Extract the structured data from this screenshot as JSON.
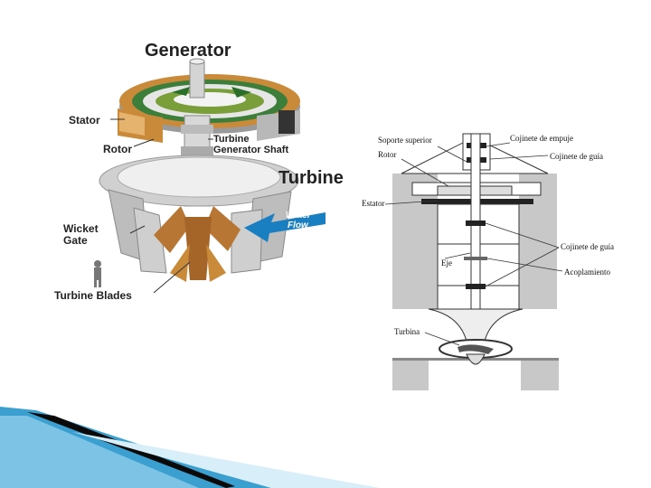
{
  "left_diagram": {
    "title": "Generator",
    "labels": {
      "stator": "Stator",
      "rotor": "Rotor",
      "shaft_line1": "Turbine",
      "shaft_line2": "Generator Shaft",
      "turbine": "Turbine",
      "wicket_line1": "Wicket",
      "wicket_line2": "Gate",
      "water_line1": "Water",
      "water_line2": "Flow",
      "blades": "Turbine Blades"
    },
    "colors": {
      "water_arrow": "#1a7fc1",
      "rotor_ring": "#3d7f3a",
      "stator_ring": "#c98a3a",
      "blades": "#b87634"
    }
  },
  "right_diagram": {
    "labels": {
      "soporte_superior": "Soporte superior",
      "rotor": "Rotor",
      "estator": "Estator",
      "eje": "Eje",
      "turbina": "Turbina",
      "cojinete_empuje": "Cojinete de empuje",
      "cojinete_guia_top": "Cojinete de guía",
      "cojinete_guia_mid": "Cojinete de guía",
      "acoplamiento": "Acoplamiento"
    }
  },
  "decoration": {
    "corner_color": "#3b9fd0",
    "corner_dark": "#0a0a0a"
  }
}
